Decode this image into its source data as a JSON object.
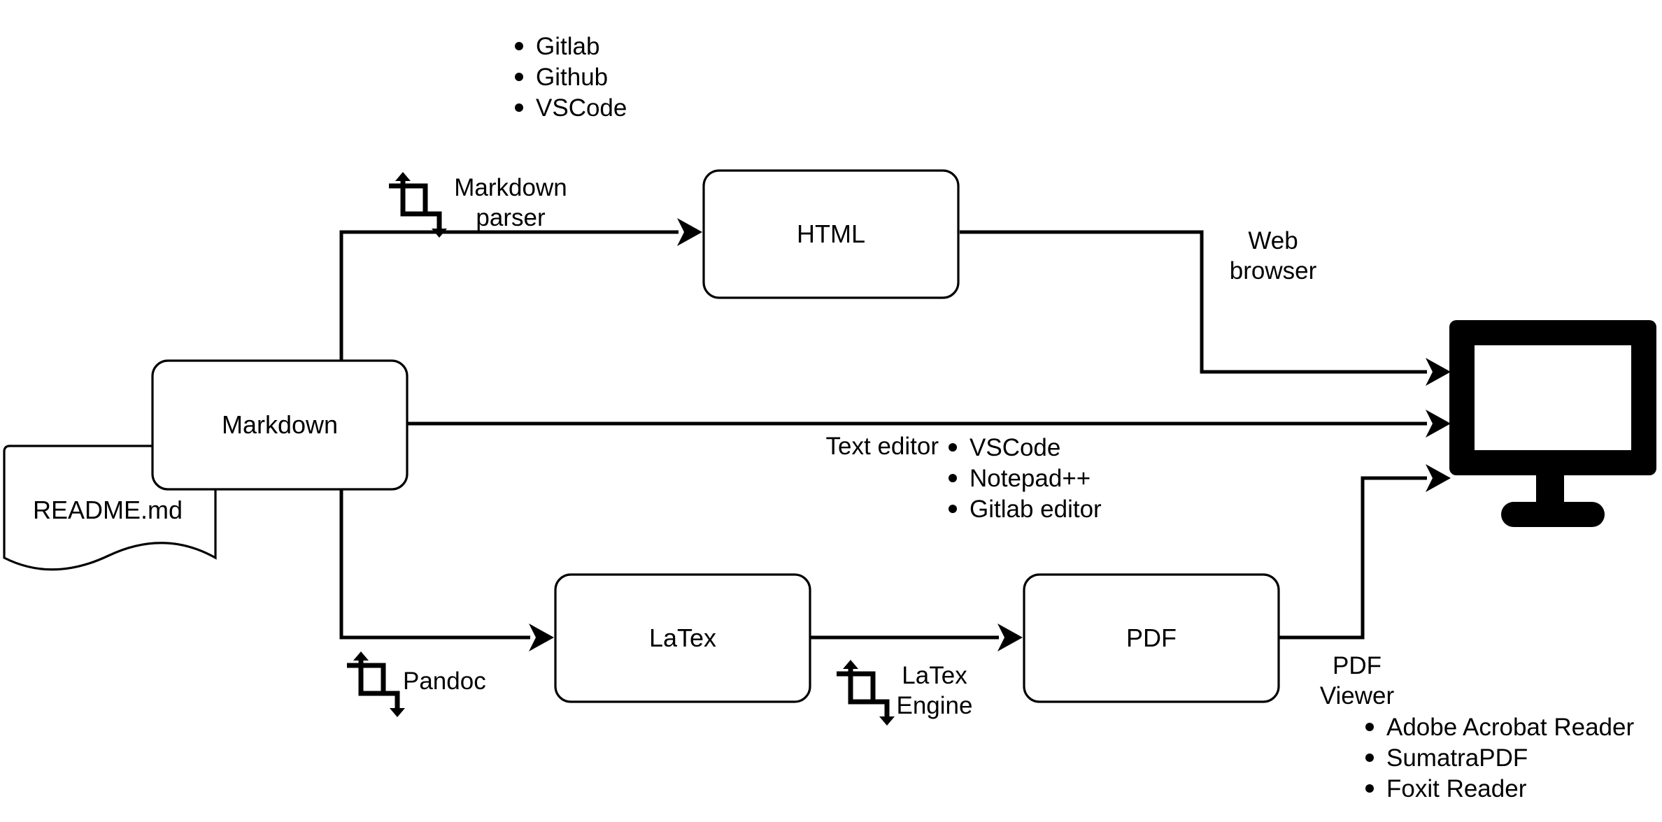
{
  "nodes": {
    "readme": "README.md",
    "markdown": "Markdown",
    "html": "HTML",
    "latex": "LaTex",
    "pdf": "PDF"
  },
  "edges": {
    "markdown_parser": [
      "Markdown",
      "parser"
    ],
    "web_browser": [
      "Web",
      "browser"
    ],
    "text_editor": "Text editor",
    "pandoc": "Pandoc",
    "latex_engine": [
      "LaTex",
      "Engine"
    ],
    "pdf_viewer": [
      "PDF",
      "Viewer"
    ]
  },
  "lists": {
    "html_hosts": [
      "Gitlab",
      "Github",
      "VSCode"
    ],
    "text_editors": [
      "VSCode",
      "Notepad++",
      "Gitlab editor"
    ],
    "pdf_viewers": [
      "Adobe Acrobat Reader",
      "SumatraPDF",
      "Foxit Reader"
    ]
  },
  "icons": {
    "tool": "crop-icon",
    "display": "monitor-icon"
  }
}
